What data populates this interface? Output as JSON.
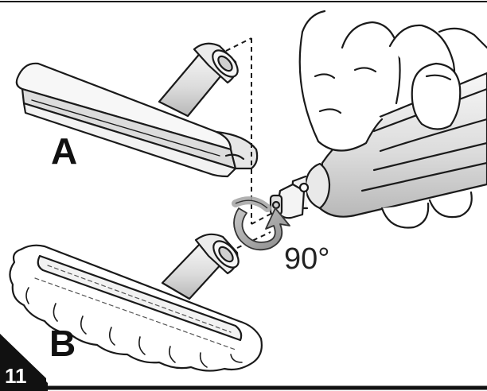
{
  "figure": {
    "step_number": "11",
    "label_a": "A",
    "label_b": "B",
    "rotation_label": "90°"
  },
  "colors": {
    "ink": "#1a1a1a",
    "fill_light": "#f4f4f4",
    "shade": "#bdbdbd",
    "arrow": "#9a9a9a",
    "badge": "#111111"
  }
}
